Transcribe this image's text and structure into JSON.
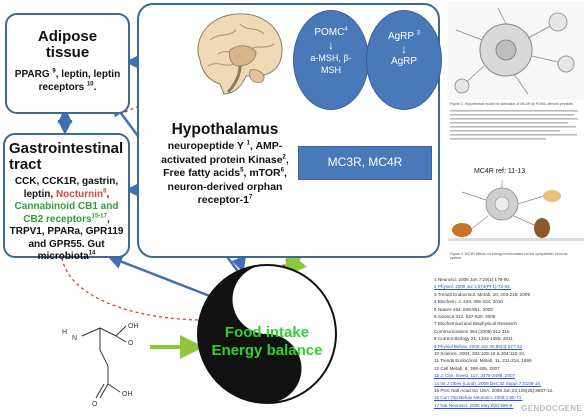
{
  "adipose": {
    "title": "Adipose tissue",
    "body_pre": "PPARG ",
    "sup1": "9",
    "body_mid": ", leptin, leptin receptors ",
    "sup2": "10",
    "body_end": "."
  },
  "gi": {
    "title": "Gastrointestinal tract",
    "line_a": "CCK, CCK1R, gastrin, leptin,",
    "nocturnin": "Nocturnin",
    "nocturnin_sup": "8",
    "cannabinoid": "Cannabinoid CB1 and CB2 receptors",
    "cannabinoid_sup": "15-17",
    "line_b": ", TRPV1, PPARa, GPR119 and GPR55. Gut microbiota",
    "line_b_sup": "14"
  },
  "hypothalamus": {
    "title": "Hypothalamus",
    "body_a": "neuropeptide Y ",
    "sup_a": "1",
    "body_b": ", AMP-activated protein Kinase",
    "sup_b": "2",
    "body_c": ", Free fatty acids",
    "sup_c": "5",
    "body_d": ", mTOR",
    "sup_d": "6",
    "body_e": ", neuron-derived orphan receptor-1",
    "sup_e": "7"
  },
  "pomc": {
    "label": "POMC",
    "sup": "4",
    "product": "a-MSH, β-MSH"
  },
  "agrp": {
    "label": "AgRP ",
    "sup": "3",
    "product": "AgRP"
  },
  "mc": {
    "label": "MC3R, MC4R"
  },
  "yinyang": {
    "line1": "Food intake",
    "line2": "Energy balance"
  },
  "molecule": {
    "atoms": [
      "H",
      "N",
      "OH",
      "O",
      "OH",
      "O"
    ]
  },
  "right_panel": {
    "mc4r_label": "MC4R ref: 11-13",
    "figure_caption_1": "Figure 2. Hypothetical model for activation of MC4R by POMC-derived peptides.",
    "figure_caption_2": "Figure 3. MC4R effects on energy homeostasis via the sympathetic nervous system."
  },
  "references": [
    "1 Neurosci. 2005 Jan 7;29(1):179-90.",
    "2 Physiol. 2006 Jul 1;574(Pt 1):73-83.",
    "3 Trends Endocrinol. Metab. 20, 203-215, 2009",
    "4 Biochem. J. 428, 305-324, 2010",
    "5 Nature 454, 846-851, 2008",
    "6 Science 312, 927-930, 2006",
    "7 Biochemical and Biophysical Research",
    "  Communications 384 (2009) 311-315",
    "8 Current Biology 21, 1342-1355, 2011",
    "9 Physiol Behav. 2006 Jun 30;88(3):227-33",
    "10 Science. 2004, 304:108-10 & 304:110-15.",
    "11 Trends Endocrinol. Metab. 11, 211-216, 1999",
    "12 Cell Metab. 6, 398-405, 2007",
    "13 J. Clin. Invest. 117, 3475-3488, 2007",
    "14 Int J Obes (Lond). 2008 Dec;32 Suppl 7:S109-19.",
    "15 Proc Natl Acad Sci USA. 2008 Jun 24;105(25):8807-12.",
    "16 Curr Top Behav Neurosci. 2009;1:55-71.",
    "17 Nat Neurosci. 2005 May;8(5):585-9."
  ],
  "watermark": "GENDOCGENE",
  "colors": {
    "box_border": "#3d6a8f",
    "blue_fill": "#4a79b9",
    "arrow_blue": "#3f6fb5",
    "arrow_green": "#8cc63f",
    "arrow_red": "#e53935",
    "text_green": "#2fa03a",
    "text_red": "#e0453a",
    "yinyang_text": "#2fd12f"
  }
}
